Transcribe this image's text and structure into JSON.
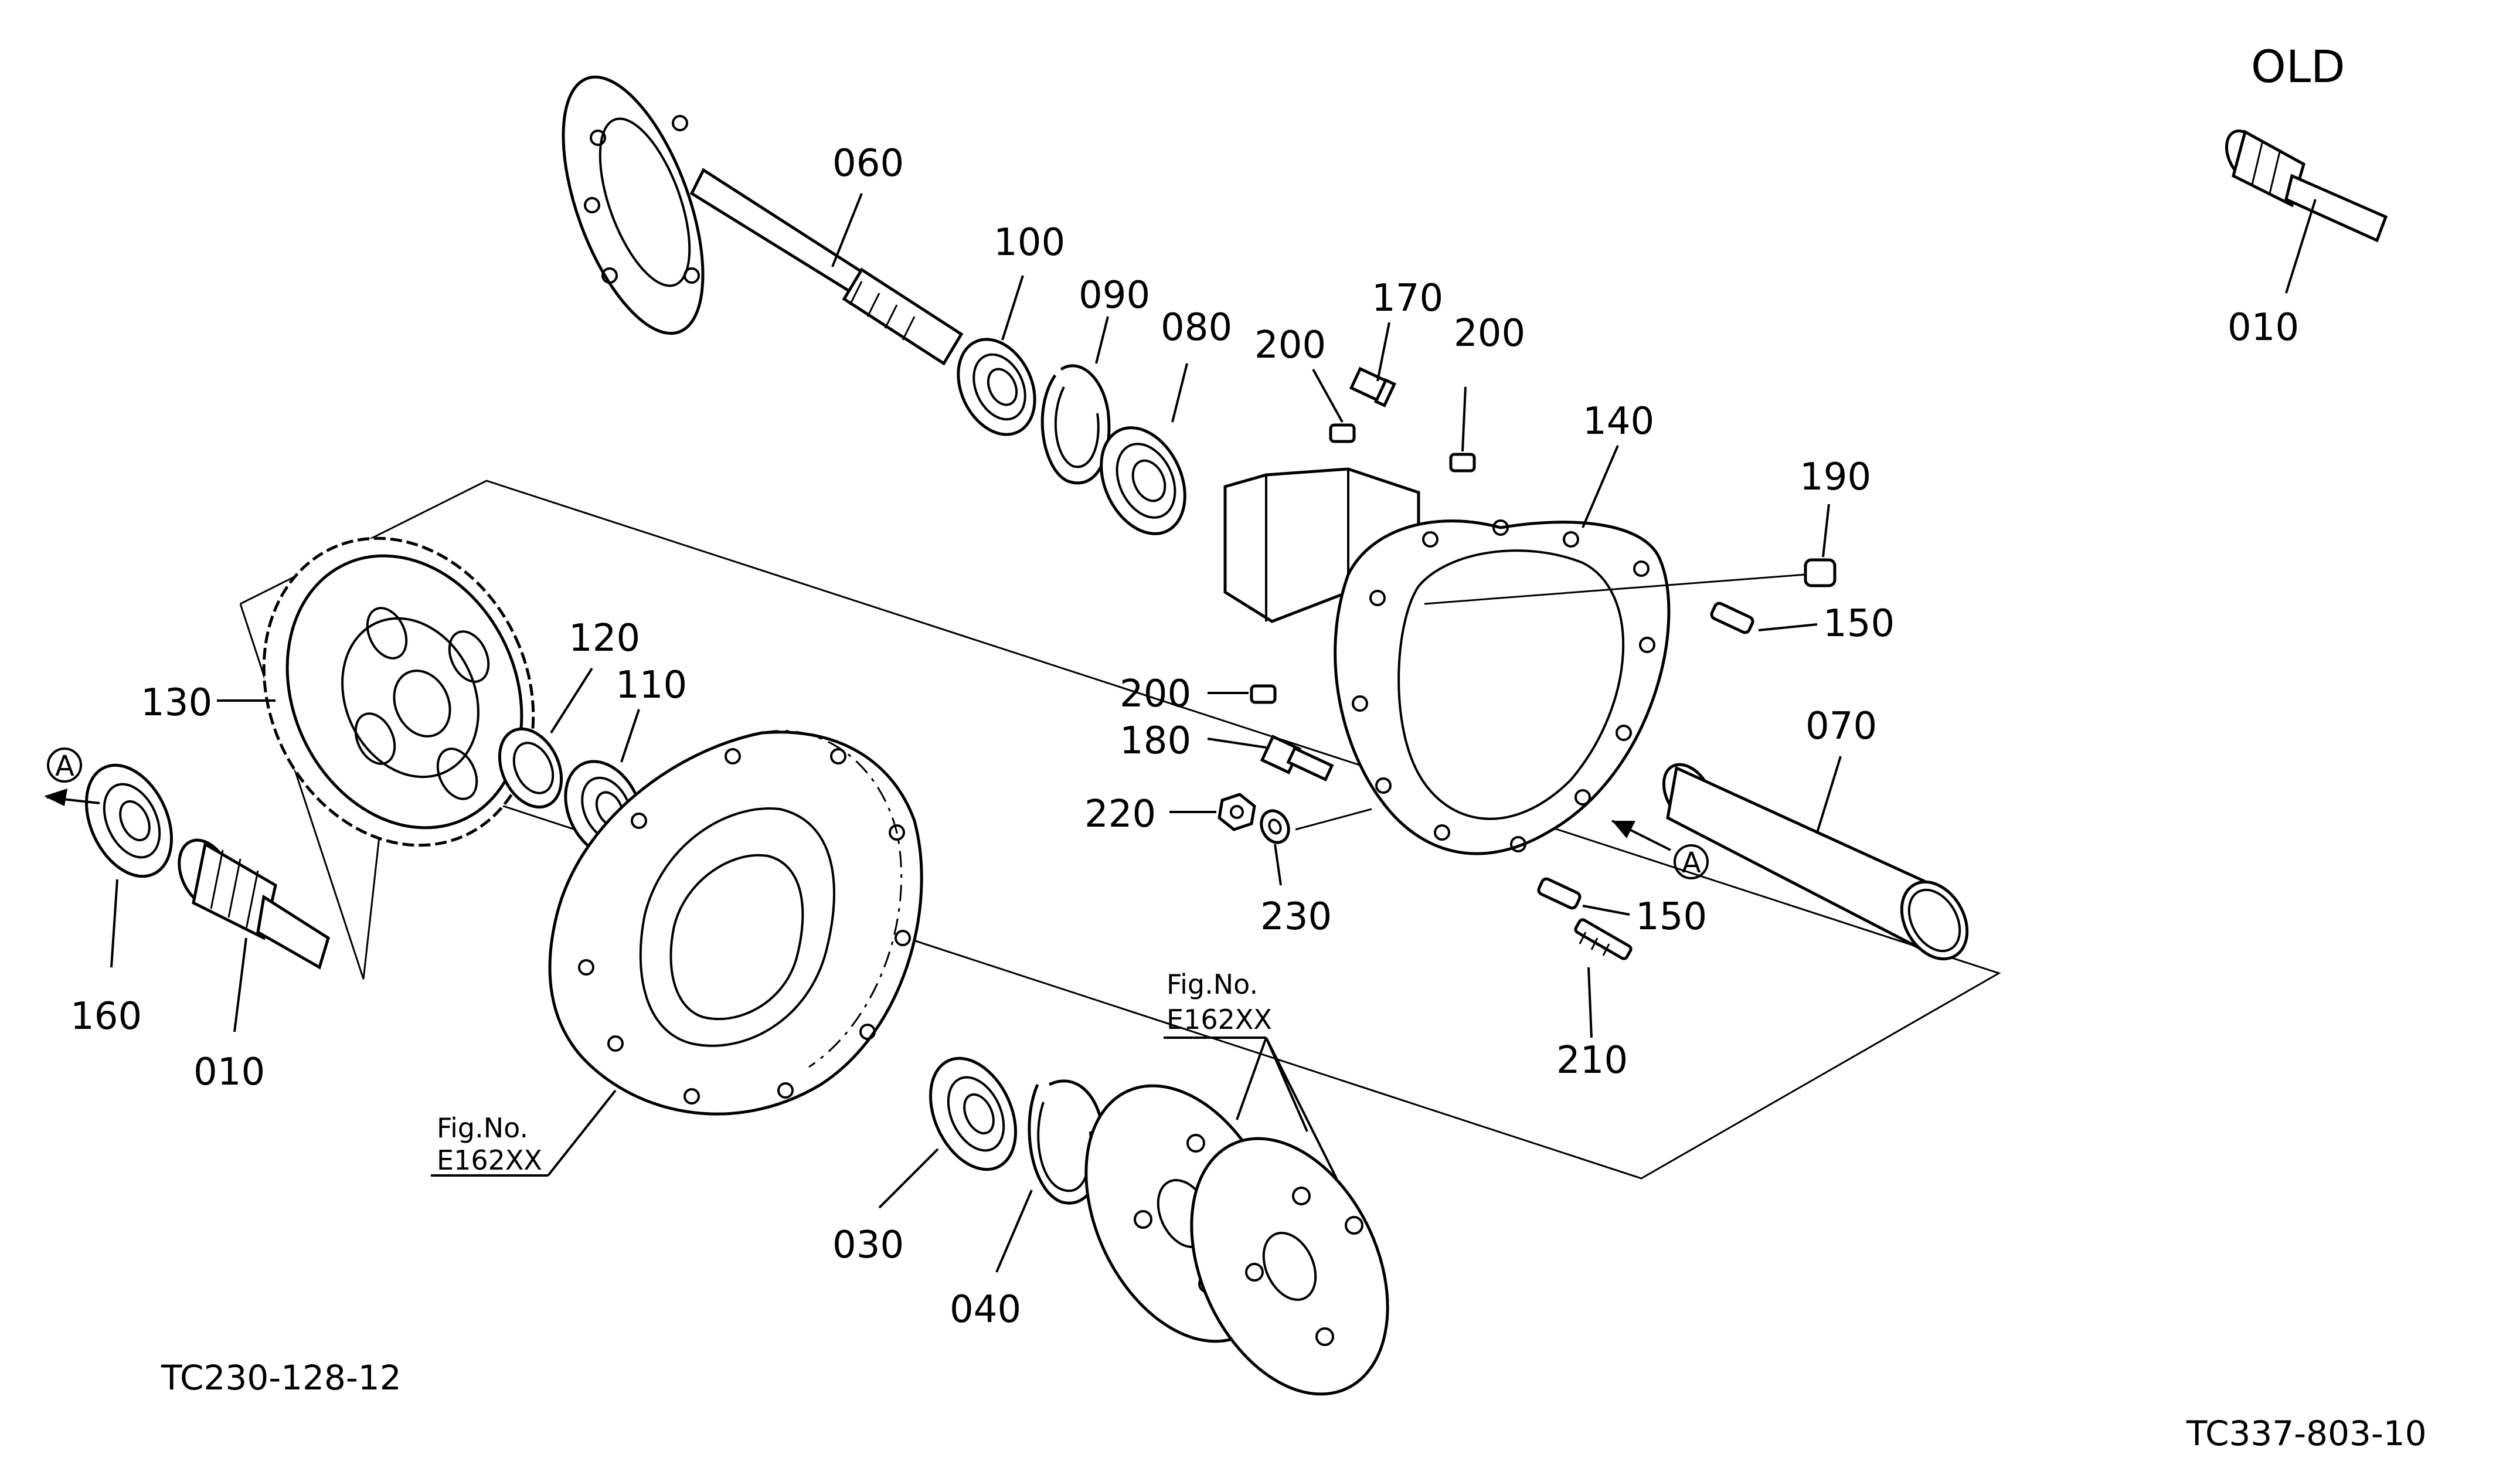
{
  "title": "OLD",
  "codes": {
    "left": "TC230-128-12",
    "right": "TC337-803-10"
  },
  "callouts": {
    "p010_old": "010",
    "p060": "060",
    "p100": "100",
    "p090": "090",
    "p080": "080",
    "p200_a": "200",
    "p170": "170",
    "p200_b": "200",
    "p140": "140",
    "p190": "190",
    "p150_a": "150",
    "p200_c": "200",
    "p180": "180",
    "p070": "070",
    "p220": "220",
    "p230": "230",
    "p150_b": "150",
    "p210": "210",
    "p130": "130",
    "p120": "120",
    "p110": "110",
    "p160": "160",
    "p010": "010",
    "p030": "030",
    "p040": "040"
  },
  "fig_refs": {
    "left_line1": "Fig.No.",
    "left_line2": "E162XX",
    "right_line1": "Fig.No.",
    "right_line2": "E162XX"
  },
  "markers": {
    "left": "A",
    "right": "A"
  }
}
